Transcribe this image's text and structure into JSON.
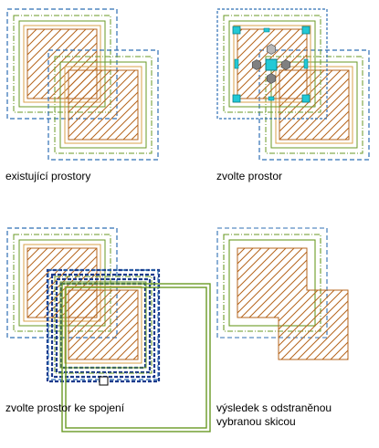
{
  "panels": [
    {
      "caption": [
        "existující prostory"
      ]
    },
    {
      "caption": [
        "zvolte prostor"
      ]
    },
    {
      "caption": [
        "zvolte prostor ke spojení"
      ]
    },
    {
      "caption": [
        "výsledek s odstraněnou",
        "vybranou skicou"
      ]
    }
  ],
  "colors": {
    "outer_boundary": "#2f6fb3",
    "green_lines": "#6a9a24",
    "inner_orange": "#d8a04a",
    "hatch": "#b5651d",
    "grip_cyan": "#22c9d6",
    "grip_gray": "#808080",
    "selection_frame": "#1b3a8c"
  },
  "icons": [
    "grip-square-icon",
    "grip-hexagon-icon",
    "grip-bar-icon"
  ]
}
